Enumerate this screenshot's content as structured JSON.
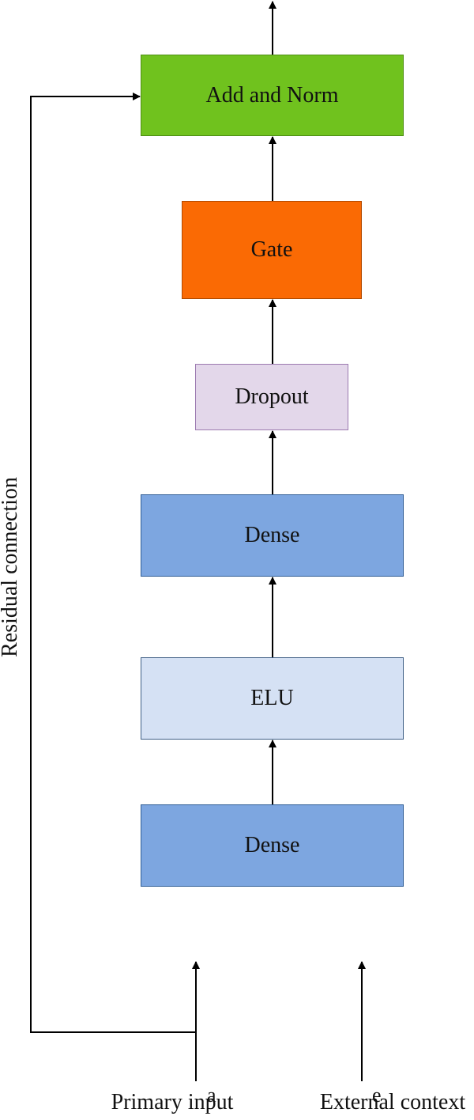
{
  "diagram": {
    "blocks": [
      {
        "key": "addnorm",
        "label": "Add and Norm",
        "fill": "#70c21e"
      },
      {
        "key": "gate",
        "label": "Gate",
        "fill": "#fa6a04"
      },
      {
        "key": "dropout",
        "label": "Dropout",
        "fill": "#e3d7ea"
      },
      {
        "key": "dense2",
        "label": "Dense",
        "fill": "#7da6e0"
      },
      {
        "key": "elu",
        "label": "ELU",
        "fill": "#d5e1f4"
      },
      {
        "key": "dense1",
        "label": "Dense",
        "fill": "#7da6e0"
      }
    ],
    "inputs": {
      "primary": {
        "symbol": "a",
        "label": "Primary input"
      },
      "external": {
        "symbol": "e",
        "label": "External context"
      }
    },
    "residual_label": "Residual connection",
    "line_color": "#000000"
  }
}
